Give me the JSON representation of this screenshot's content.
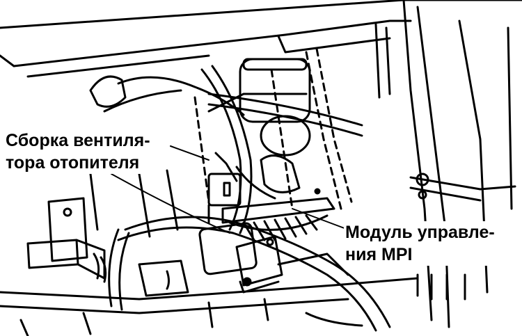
{
  "labels": {
    "blower_assembly": {
      "line1": "Сборка вентиля-",
      "line2": "тора отопителя"
    },
    "mpi_module": {
      "line1": "Модуль управле-",
      "line2": "ния MPI"
    }
  },
  "colors": {
    "ink": "#000000",
    "paper": "#ffffff"
  }
}
